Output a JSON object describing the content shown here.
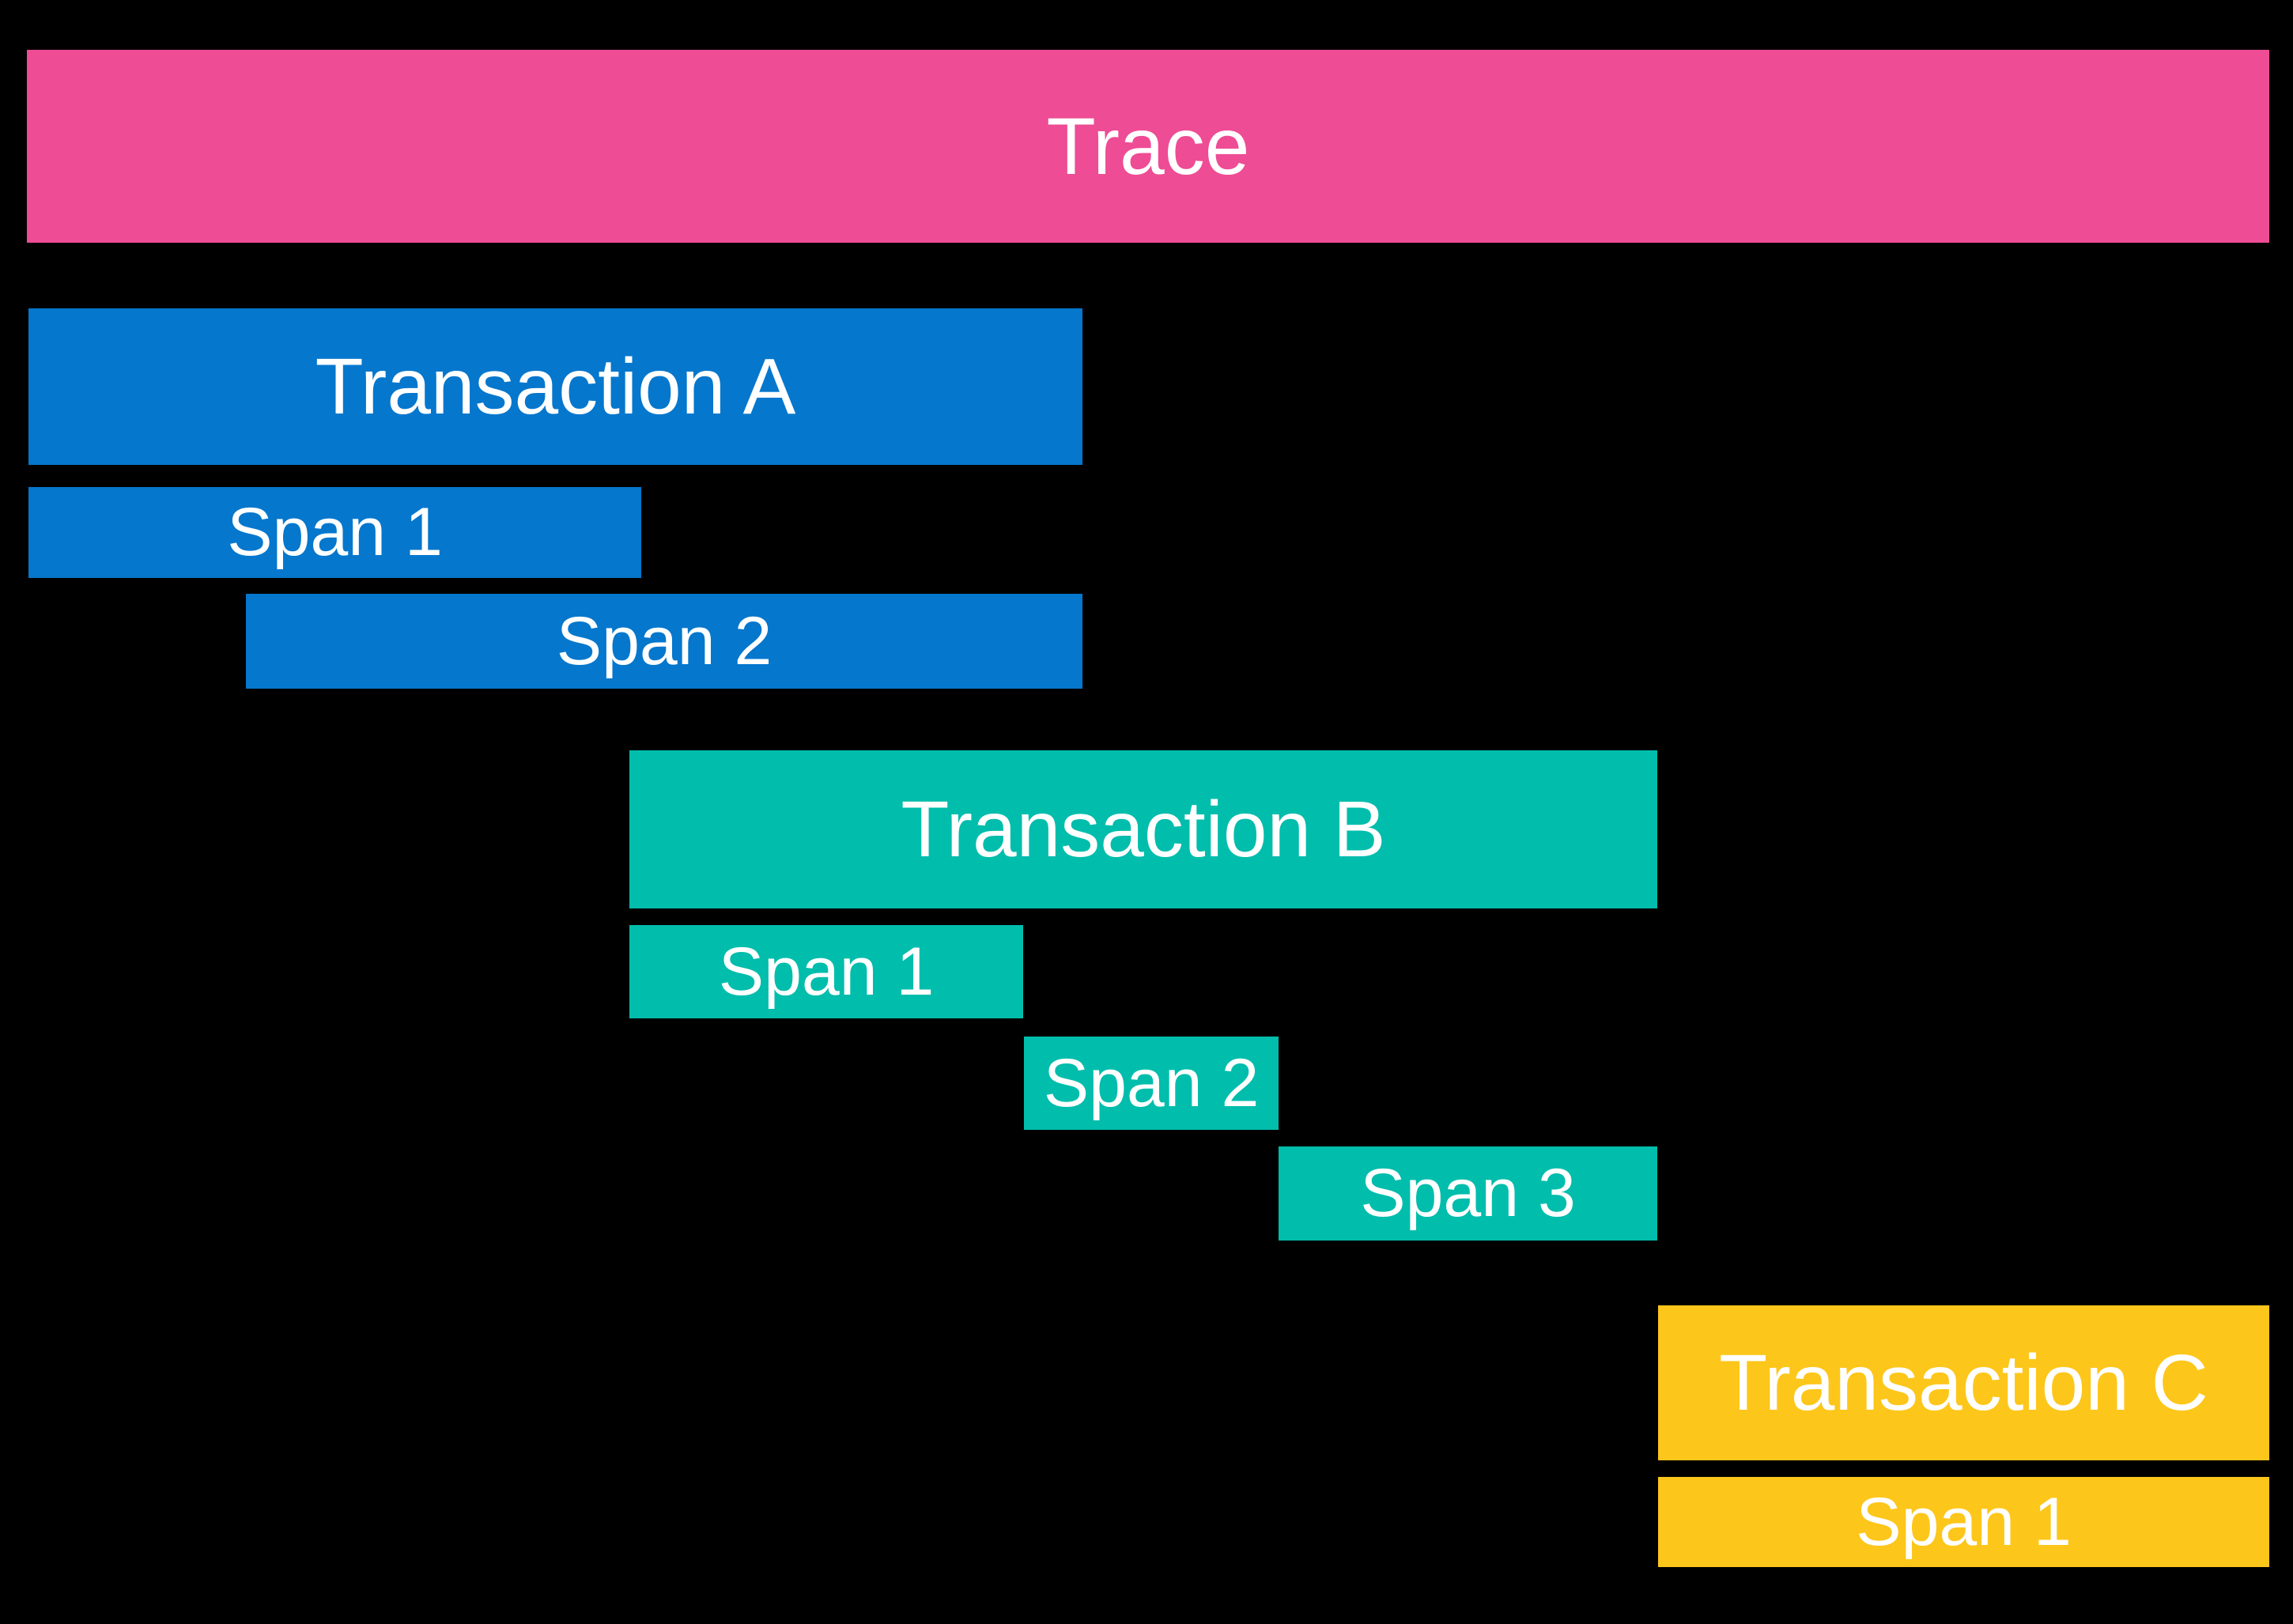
{
  "trace": {
    "label": "Trace"
  },
  "transactions": [
    {
      "name": "Transaction A",
      "spans": [
        "Span 1",
        "Span 2"
      ]
    },
    {
      "name": "Transaction B",
      "spans": [
        "Span 1",
        "Span 2",
        "Span 3"
      ]
    },
    {
      "name": "Transaction C",
      "spans": [
        "Span 1"
      ]
    }
  ],
  "colors": {
    "background": "#000000",
    "text": "#ffffff",
    "pink": "#ee4c94",
    "blue": "#0577cd",
    "teal": "#00bdac",
    "yellow": "#fdc61a"
  }
}
